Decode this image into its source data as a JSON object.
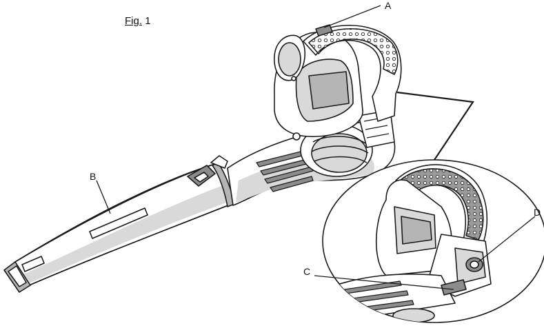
{
  "figure": {
    "title_prefix": "Fig.",
    "title_number": "1"
  },
  "callouts": {
    "a": "A",
    "b": "B",
    "c": "C",
    "d": "D"
  },
  "colors": {
    "line": "#1a1a1a",
    "shade_light": "#d9d9d9",
    "shade_mid": "#b5b5b5",
    "shade_dark": "#8c8c8c",
    "background": "#ffffff"
  }
}
